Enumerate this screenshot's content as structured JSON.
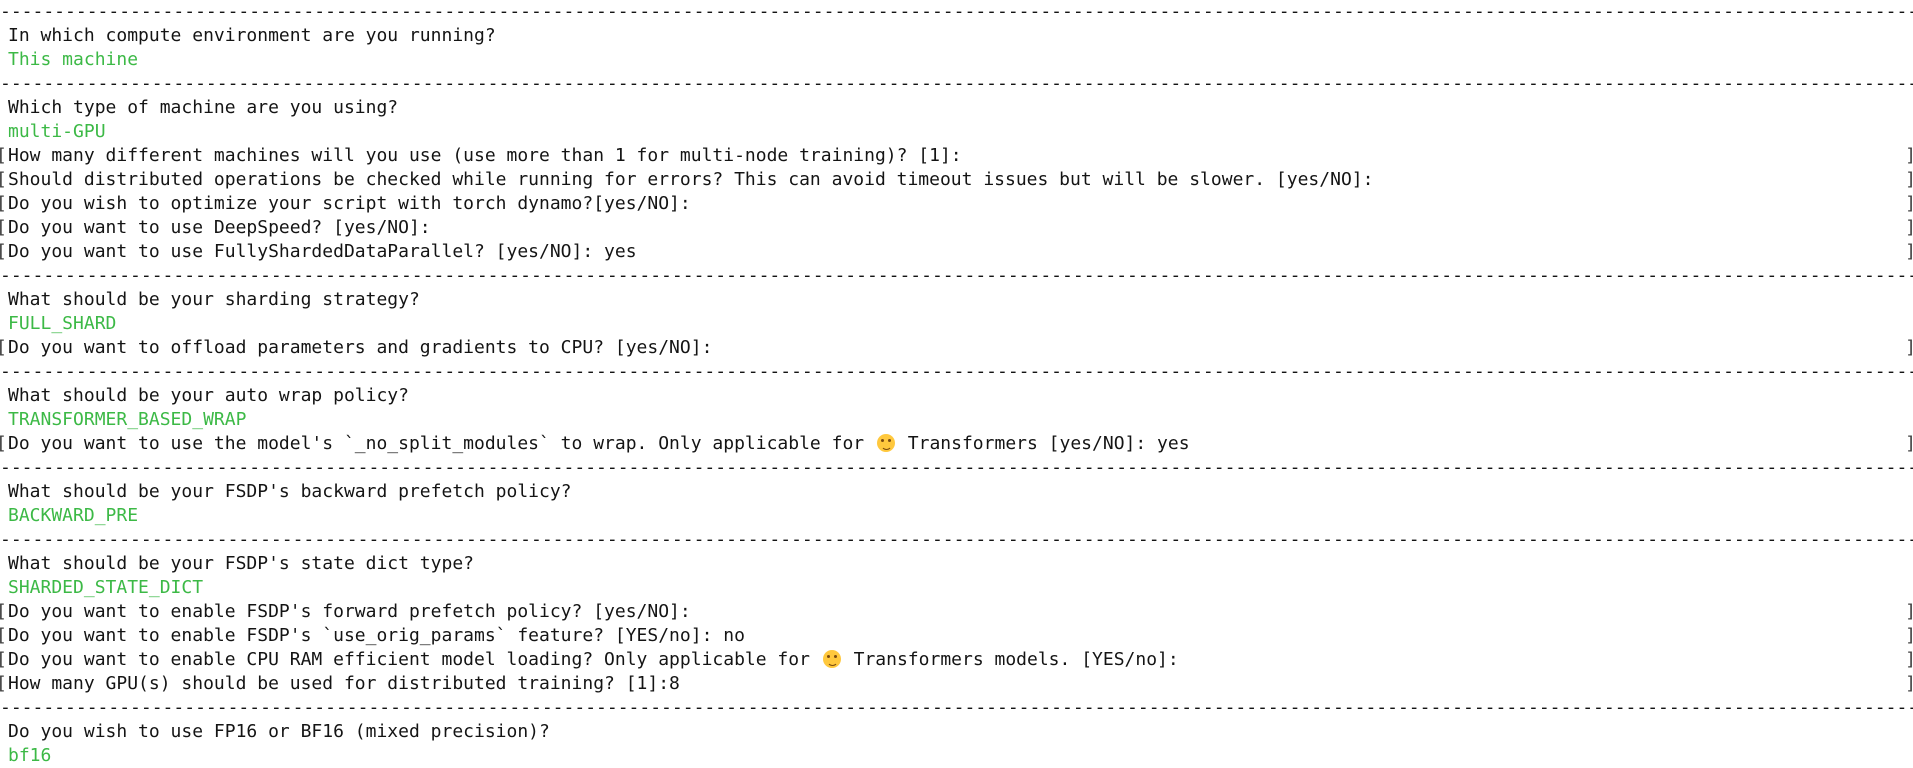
{
  "terminal": {
    "app": "accelerate config questionnaire",
    "colors": {
      "background": "#ffffff",
      "text": "#141414",
      "answer_green": "#3cb946",
      "bracket_gray": "#404040",
      "emoji_face": "#ffc83d"
    },
    "separator": "------------------------------------------------------------------------------------------------------------------------------------------------------------------------------------",
    "lines": [
      {
        "type": "separator"
      },
      {
        "type": "question",
        "text": "In which compute environment are you running?"
      },
      {
        "type": "answer",
        "text": "This machine"
      },
      {
        "type": "separator"
      },
      {
        "type": "question",
        "text": "Which type of machine are you using?"
      },
      {
        "type": "answer",
        "text": "multi-GPU"
      },
      {
        "type": "prompt",
        "text": "How many different machines will you use (use more than 1 for multi-node training)? [1]: "
      },
      {
        "type": "prompt",
        "text": "Should distributed operations be checked while running for errors? This can avoid timeout issues but will be slower. [yes/NO]: "
      },
      {
        "type": "prompt",
        "text": "Do you wish to optimize your script with torch dynamo?[yes/NO]: "
      },
      {
        "type": "prompt",
        "text": "Do you want to use DeepSpeed? [yes/NO]: "
      },
      {
        "type": "prompt",
        "text": "Do you want to use FullyShardedDataParallel? [yes/NO]: yes"
      },
      {
        "type": "separator"
      },
      {
        "type": "question",
        "text": "What should be your sharding strategy?"
      },
      {
        "type": "answer",
        "text": "FULL_SHARD"
      },
      {
        "type": "prompt",
        "text": "Do you want to offload parameters and gradients to CPU? [yes/NO]: "
      },
      {
        "type": "separator"
      },
      {
        "type": "question",
        "text": "What should be your auto wrap policy?"
      },
      {
        "type": "answer",
        "text": "TRANSFORMER_BASED_WRAP"
      },
      {
        "type": "prompt",
        "text": "Do you want to use the model's `_no_split_modules` to wrap. Only applicable for 🤗 Transformers [yes/NO]: yes"
      },
      {
        "type": "separator"
      },
      {
        "type": "question",
        "text": "What should be your FSDP's backward prefetch policy?"
      },
      {
        "type": "answer",
        "text": "BACKWARD_PRE"
      },
      {
        "type": "separator"
      },
      {
        "type": "question",
        "text": "What should be your FSDP's state dict type?"
      },
      {
        "type": "answer",
        "text": "SHARDED_STATE_DICT"
      },
      {
        "type": "prompt",
        "text": "Do you want to enable FSDP's forward prefetch policy? [yes/NO]: "
      },
      {
        "type": "prompt",
        "text": "Do you want to enable FSDP's `use_orig_params` feature? [YES/no]: no"
      },
      {
        "type": "prompt",
        "text": "Do you want to enable CPU RAM efficient model loading? Only applicable for 🤗 Transformers models. [YES/no]: "
      },
      {
        "type": "prompt",
        "text": "How many GPU(s) should be used for distributed training? [1]:8"
      },
      {
        "type": "separator"
      },
      {
        "type": "question",
        "text": "Do you wish to use FP16 or BF16 (mixed precision)?"
      },
      {
        "type": "answer",
        "text": "bf16"
      }
    ]
  }
}
